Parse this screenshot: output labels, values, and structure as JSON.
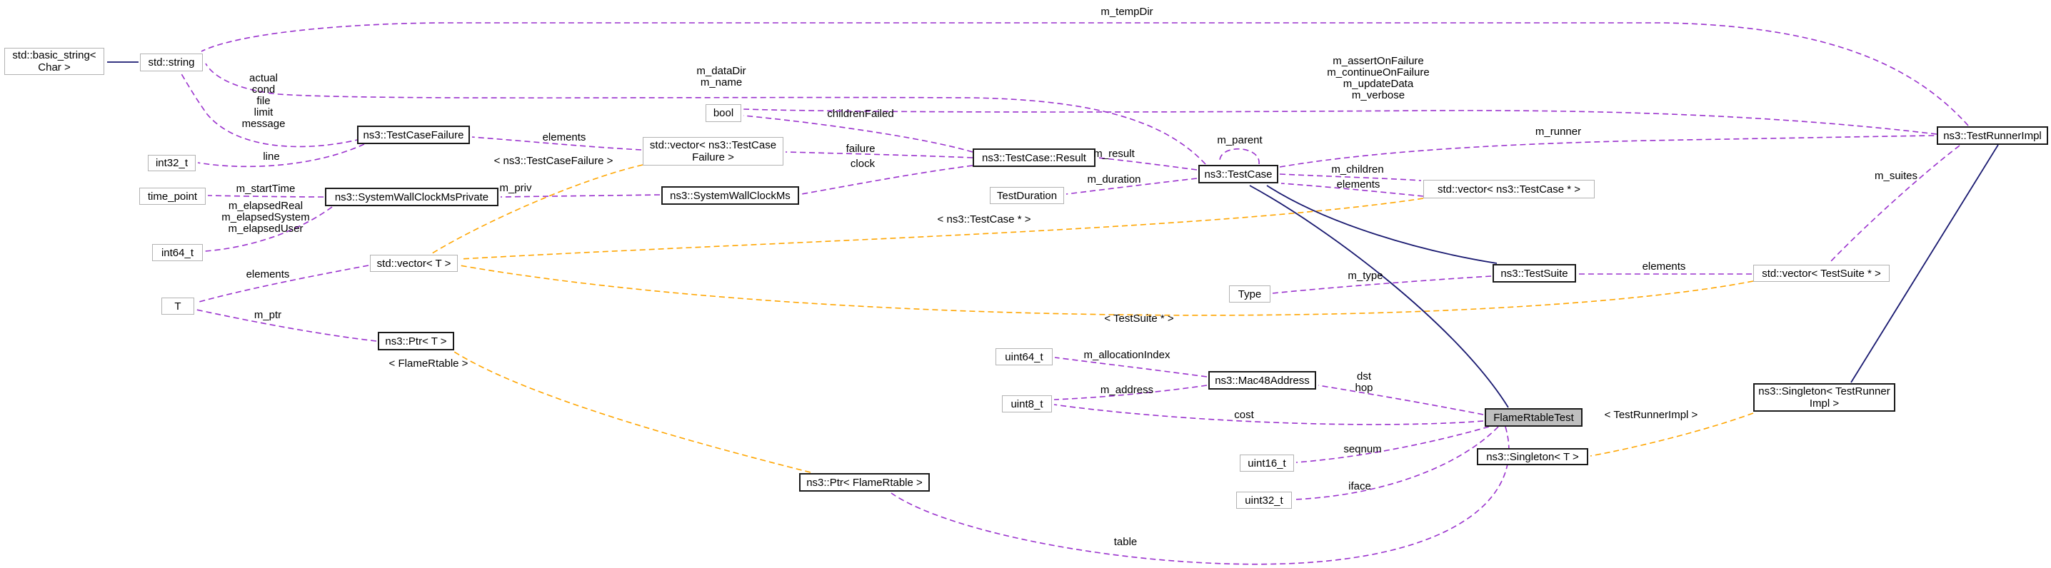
{
  "diagram_title": "FlameRtableTest collaboration graph",
  "colors": {
    "member_edge": "#9a32cd",
    "template_edge": "#ffa500",
    "inherit_edge": "#191970",
    "linked_border": "#1a1a1a",
    "plain_border": "#b2b2b2",
    "node_background": "#ffffff",
    "highlight_background": "#bfbfbf",
    "background": "#ffffff",
    "text": "#000000"
  },
  "nodes": [
    {
      "id": "basic_string",
      "label": "std::basic_string<\nChar >",
      "kind": "plain"
    },
    {
      "id": "std_string",
      "label": "std::string",
      "kind": "plain"
    },
    {
      "id": "bool",
      "label": "bool",
      "kind": "plain"
    },
    {
      "id": "test_case_failure",
      "label": "ns3::TestCaseFailure",
      "kind": "linked"
    },
    {
      "id": "vector_failure",
      "label": "std::vector< ns3::TestCase\nFailure >",
      "kind": "plain"
    },
    {
      "id": "int32_t",
      "label": "int32_t",
      "kind": "plain"
    },
    {
      "id": "result",
      "label": "ns3::TestCase::Result",
      "kind": "linked"
    },
    {
      "id": "test_case",
      "label": "ns3::TestCase",
      "kind": "linked"
    },
    {
      "id": "time_point",
      "label": "time_point",
      "kind": "plain"
    },
    {
      "id": "swcms_private",
      "label": "ns3::SystemWallClockMsPrivate",
      "kind": "linked"
    },
    {
      "id": "swcms",
      "label": "ns3::SystemWallClockMs",
      "kind": "linked"
    },
    {
      "id": "test_duration",
      "label": "TestDuration",
      "kind": "plain"
    },
    {
      "id": "vector_test_case",
      "label": "std::vector< ns3::TestCase * >",
      "kind": "plain"
    },
    {
      "id": "int64_t",
      "label": "int64_t",
      "kind": "plain"
    },
    {
      "id": "vector_t",
      "label": "std::vector< T >",
      "kind": "plain"
    },
    {
      "id": "test_suite",
      "label": "ns3::TestSuite",
      "kind": "linked"
    },
    {
      "id": "vector_test_suite",
      "label": "std::vector< TestSuite * >",
      "kind": "plain"
    },
    {
      "id": "type",
      "label": "Type",
      "kind": "plain"
    },
    {
      "id": "t",
      "label": "T",
      "kind": "plain"
    },
    {
      "id": "ptr_t",
      "label": "ns3::Ptr< T >",
      "kind": "linked"
    },
    {
      "id": "uint64_t",
      "label": "uint64_t",
      "kind": "plain"
    },
    {
      "id": "mac48",
      "label": "ns3::Mac48Address",
      "kind": "linked"
    },
    {
      "id": "uint8_t",
      "label": "uint8_t",
      "kind": "plain"
    },
    {
      "id": "flame_rtable_test",
      "label": "FlameRtableTest",
      "kind": "highlight"
    },
    {
      "id": "singleton_tri",
      "label": "ns3::Singleton< TestRunner\nImpl >",
      "kind": "linked"
    },
    {
      "id": "singleton_t",
      "label": "ns3::Singleton< T >",
      "kind": "linked"
    },
    {
      "id": "uint16_t",
      "label": "uint16_t",
      "kind": "plain"
    },
    {
      "id": "uint32_t",
      "label": "uint32_t",
      "kind": "plain"
    },
    {
      "id": "ptr_flame",
      "label": "ns3::Ptr< FlameRtable >",
      "kind": "linked"
    },
    {
      "id": "test_runner",
      "label": "ns3::TestRunnerImpl",
      "kind": "linked"
    }
  ],
  "edge_labels": [
    {
      "id": "m_tempDir",
      "text": "m_tempDir"
    },
    {
      "id": "m_dataDir_m_name",
      "text": "m_dataDir\nm_name"
    },
    {
      "id": "assert_flags",
      "text": "m_assertOnFailure\nm_continueOnFailure\nm_updateData\nm_verbose"
    },
    {
      "id": "childrenFailed",
      "text": "childrenFailed"
    },
    {
      "id": "failure",
      "text": "failure"
    },
    {
      "id": "clock",
      "text": "clock"
    },
    {
      "id": "elements_failure",
      "text": "elements"
    },
    {
      "id": "inst_failure",
      "text": "< ns3::TestCaseFailure >"
    },
    {
      "id": "tcf_strings",
      "text": "actual\ncond\nfile\nlimit\nmessage"
    },
    {
      "id": "line",
      "text": "line"
    },
    {
      "id": "m_priv",
      "text": "m_priv"
    },
    {
      "id": "m_startTime",
      "text": "m_startTime"
    },
    {
      "id": "m_elapsed",
      "text": "m_elapsedReal\nm_elapsedSystem\nm_elapsedUser"
    },
    {
      "id": "elements_t",
      "text": "elements"
    },
    {
      "id": "m_ptr",
      "text": "m_ptr"
    },
    {
      "id": "inst_flame",
      "text": "< FlameRtable >"
    },
    {
      "id": "m_result",
      "text": "m_result"
    },
    {
      "id": "m_duration",
      "text": "m_duration"
    },
    {
      "id": "m_parent",
      "text": "m_parent"
    },
    {
      "id": "m_children",
      "text": "m_children"
    },
    {
      "id": "elements_tc",
      "text": "elements"
    },
    {
      "id": "inst_tc",
      "text": "< ns3::TestCase * >"
    },
    {
      "id": "m_runner",
      "text": "m_runner"
    },
    {
      "id": "m_suites",
      "text": "m_suites"
    },
    {
      "id": "elements_ts",
      "text": "elements"
    },
    {
      "id": "m_type",
      "text": "m_type"
    },
    {
      "id": "inst_ts",
      "text": "< TestSuite * >"
    },
    {
      "id": "m_allocationIndex",
      "text": "m_allocationIndex"
    },
    {
      "id": "m_address",
      "text": "m_address"
    },
    {
      "id": "dst_hop",
      "text": "dst\nhop"
    },
    {
      "id": "cost",
      "text": "cost"
    },
    {
      "id": "seqnum",
      "text": "seqnum"
    },
    {
      "id": "iface",
      "text": "iface"
    },
    {
      "id": "table",
      "text": "table"
    },
    {
      "id": "inst_tri",
      "text": "< TestRunnerImpl >"
    }
  ]
}
